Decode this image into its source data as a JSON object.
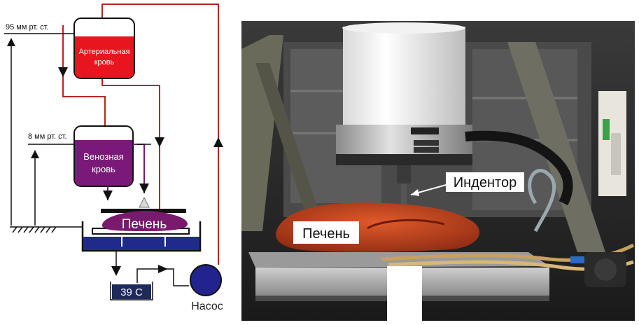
{
  "diagram": {
    "arterial_pressure": "95 мм рт. ст.",
    "venous_pressure": "8 мм рт. ст.",
    "arterial_line1": "Артериальная",
    "arterial_line2": "кровь",
    "venous_line1": "Венозная",
    "venous_line2": "кровь",
    "liver": "Печень",
    "temperature": "39 С",
    "pump": "Насос"
  },
  "photo": {
    "indenter_label": "Индентор",
    "liver_label": "Печень"
  },
  "colors": {
    "arterial": "#e8141e",
    "venous": "#7a1a78",
    "liver": "#7a1a6c",
    "bath": "#1e2a8c",
    "pump": "#23238f",
    "tube_red": "#b8261c",
    "lines": "#111111"
  }
}
